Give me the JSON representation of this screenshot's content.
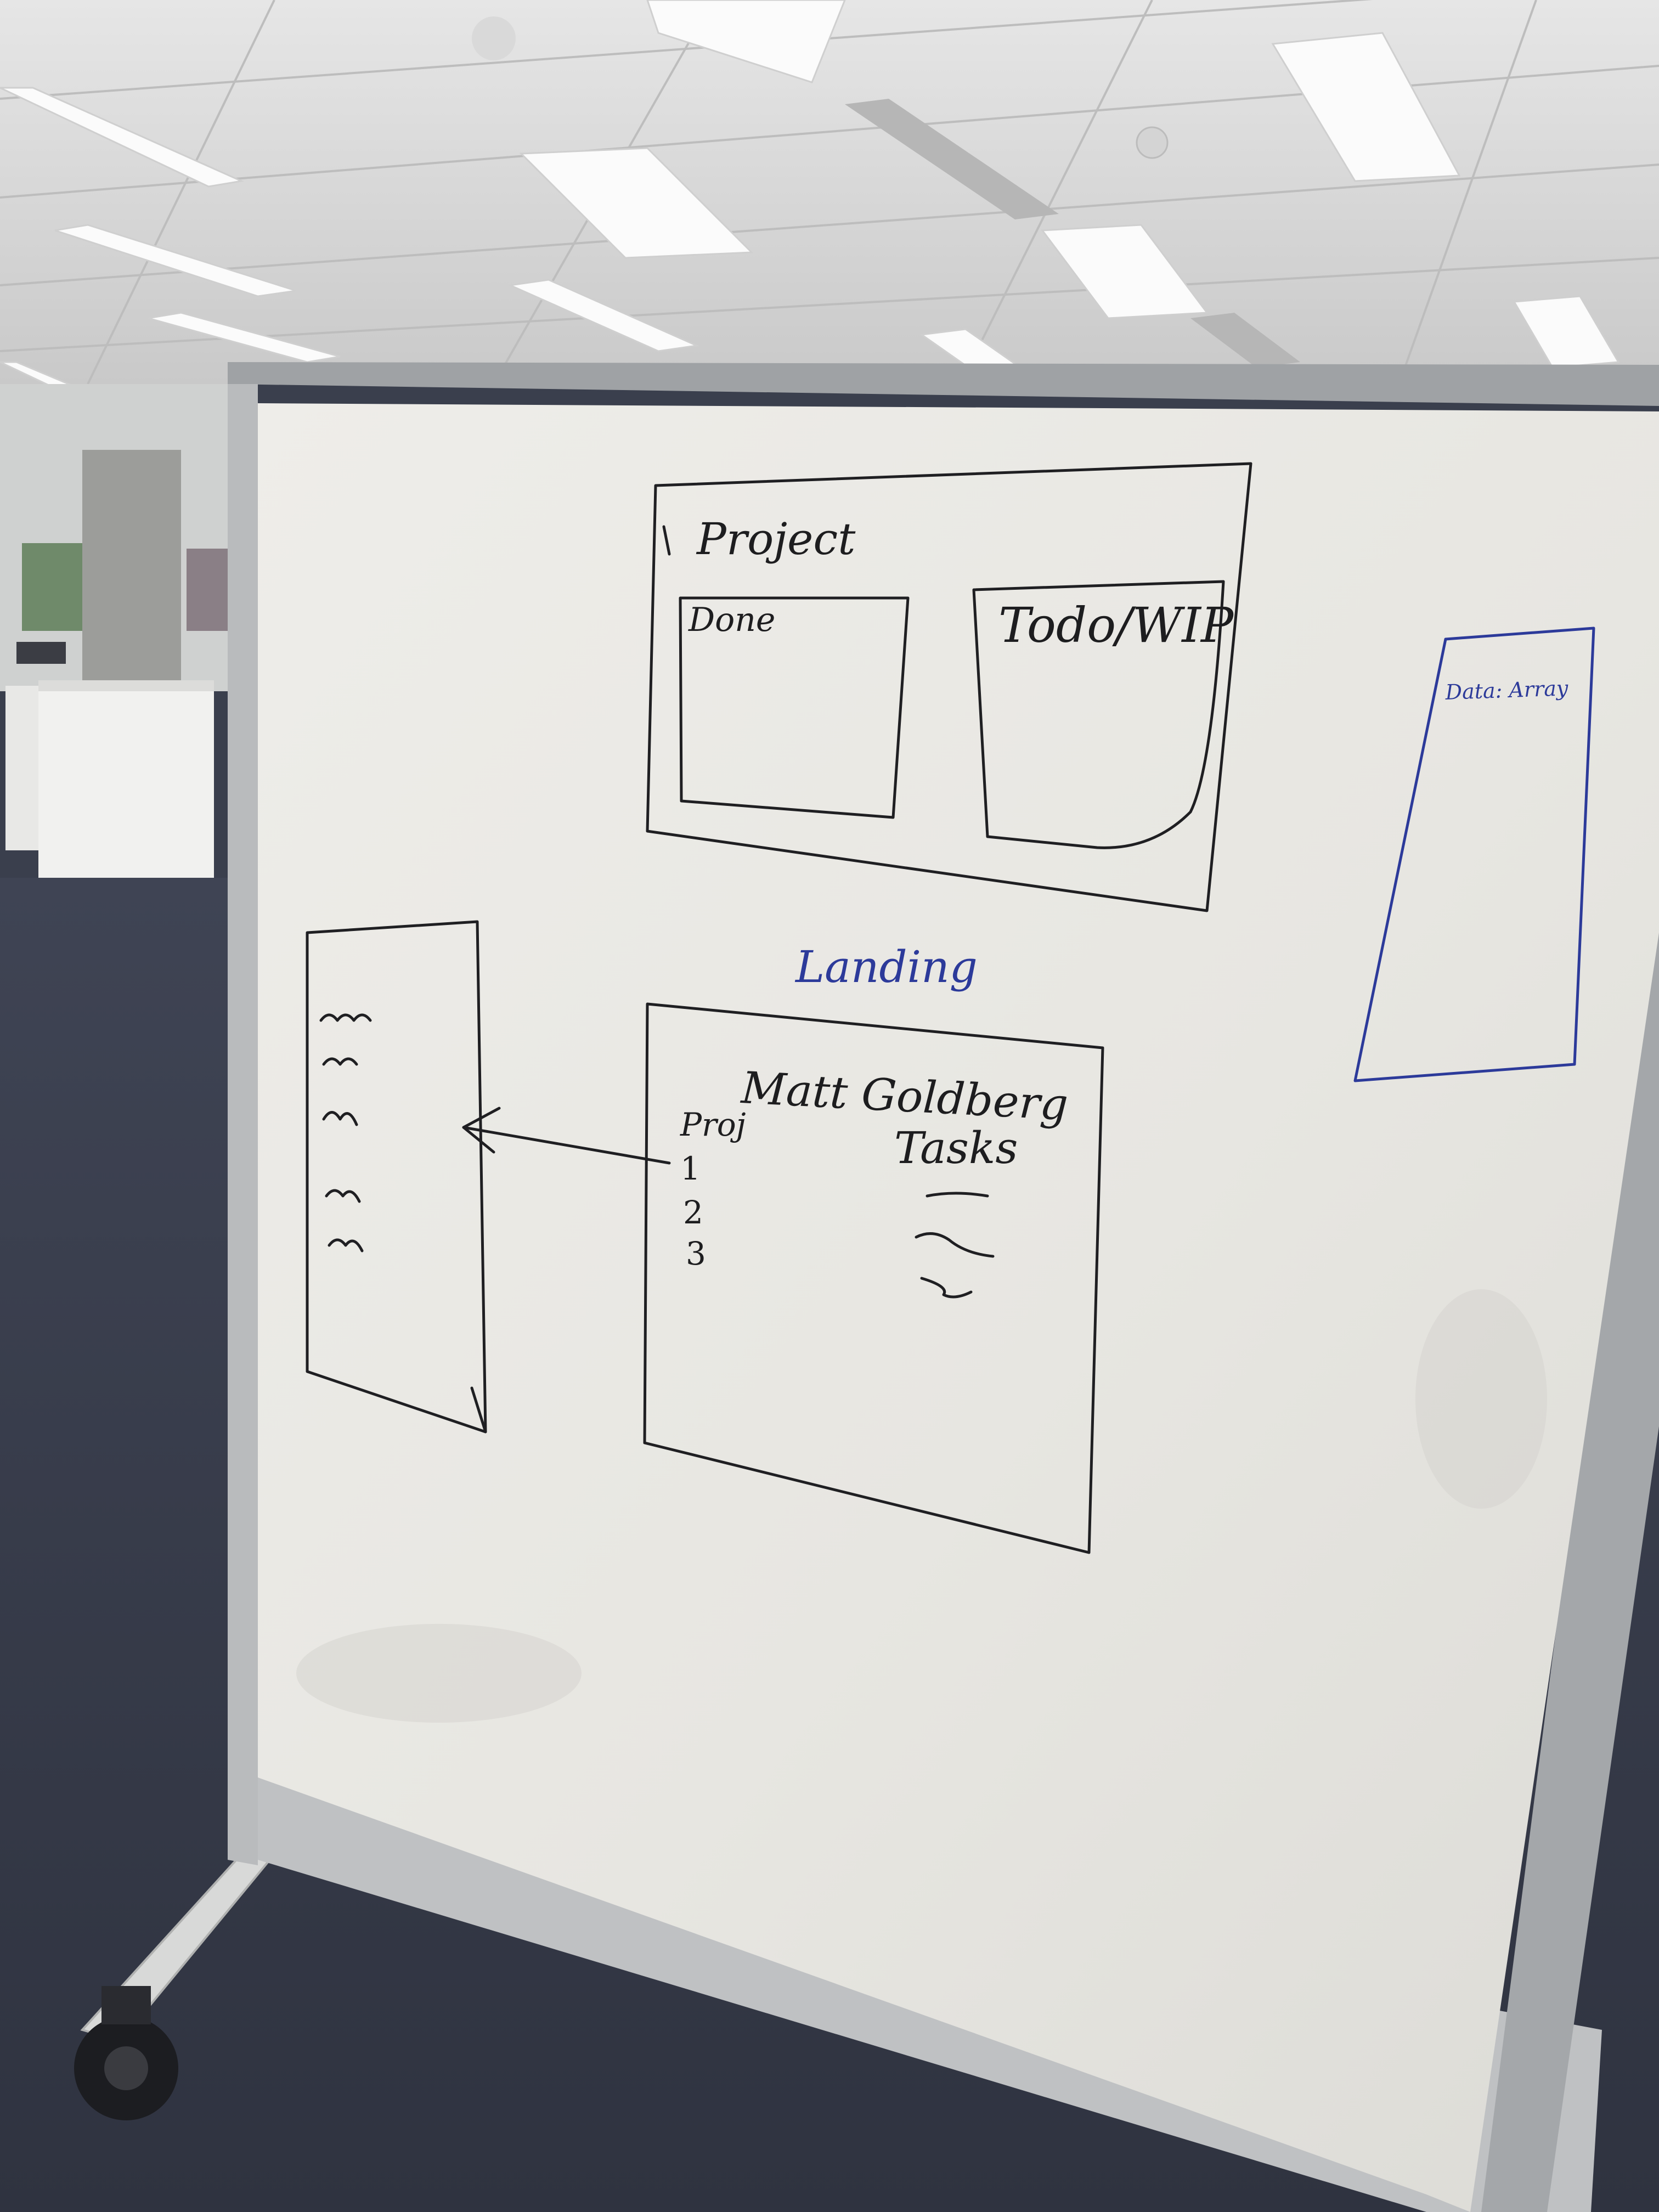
{
  "whiteboard": {
    "project_sketch": {
      "title": "Project",
      "left_panel_label": "Done",
      "right_panel_label": "Todo/WIP"
    },
    "landing_sketch": {
      "heading": "Landing",
      "user_name": "Matt Goldberg",
      "projects_label": "Proj",
      "project_numbers": [
        "1",
        "2",
        "3"
      ],
      "tasks_label": "Tasks"
    },
    "side_note": {
      "text": "Data: Array"
    }
  },
  "colors": {
    "marker_black": "#1f1f22",
    "marker_blue": "#2c3a9a",
    "board_white": "#e9e8e3",
    "frame_grey": "#a9acaf",
    "carpet": "#3a3f4d",
    "ceiling": "#dcdcdc"
  }
}
